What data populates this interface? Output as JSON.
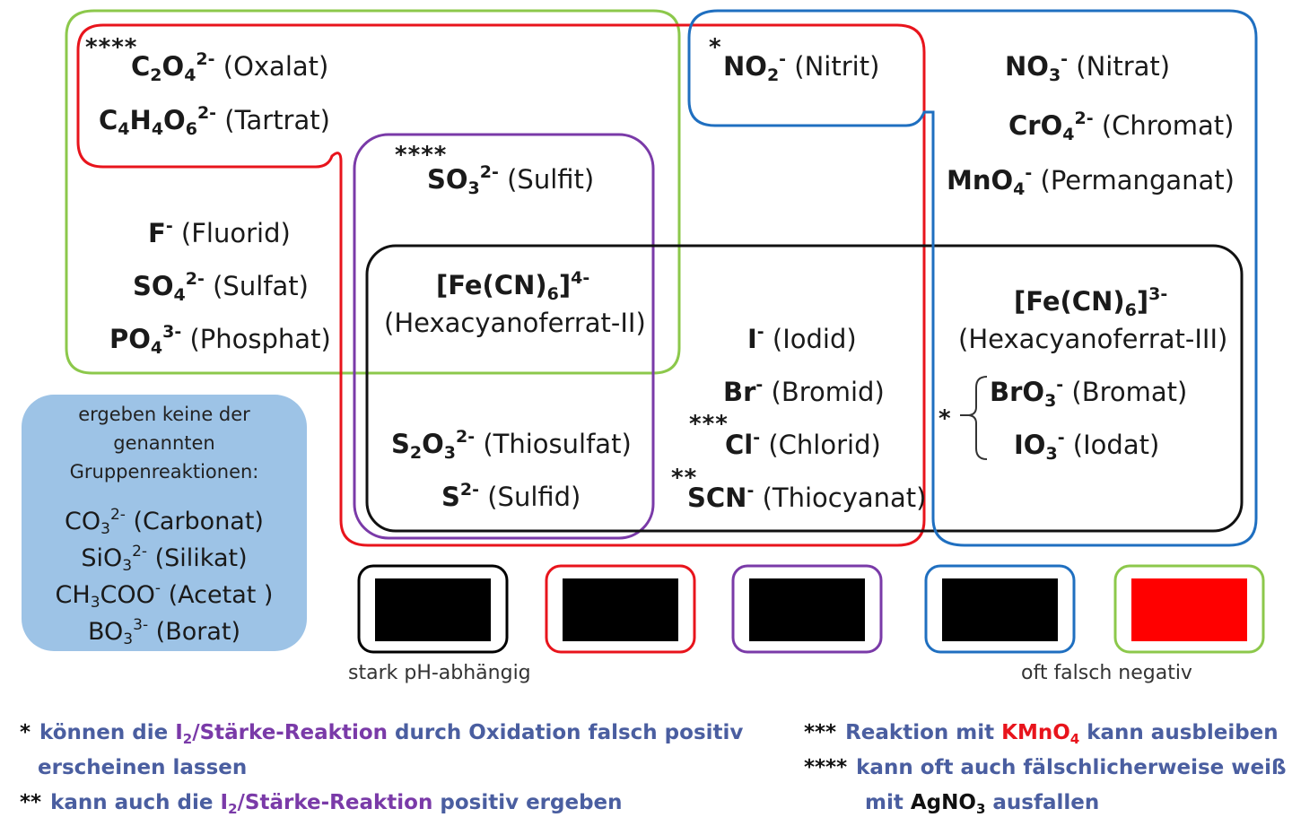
{
  "ions": {
    "oxalat": {
      "formula": "C",
      "s1": "2",
      "f2": "O",
      "s2": "4",
      "charge": "2-",
      "name": "(Oxalat)"
    },
    "tartrat": {
      "formula": "C",
      "s1": "4",
      "f2": "H",
      "s2": "4",
      "f3": "O",
      "s3": "6",
      "charge": "2-",
      "name": "(Tartrat)"
    },
    "fluorid": {
      "formula": "F",
      "charge": "-",
      "name": "(Fluorid)"
    },
    "sulfat": {
      "formula": "SO",
      "s1": "4",
      "charge": "2-",
      "name": "(Sulfat)"
    },
    "phosphat": {
      "formula": "PO",
      "s1": "4",
      "charge": "3-",
      "name": "(Phosphat)"
    },
    "sulfit": {
      "formula": "SO",
      "s1": "3",
      "charge": "2-",
      "name": "(Sulfit)"
    },
    "hexa2": {
      "formula": "[Fe(CN)",
      "s1": "6",
      "f2": "]",
      "charge": "4-",
      "name": "(Hexacyanoferrat-II)"
    },
    "thiosulfat": {
      "formula": "S",
      "s1": "2",
      "f2": "O",
      "s2": "3",
      "charge": "2-",
      "name": "(Thiosulfat)"
    },
    "sulfid": {
      "formula": "S",
      "charge": "2-",
      "name": "(Sulfid)"
    },
    "nitrit": {
      "formula": "NO",
      "s1": "2",
      "charge": "-",
      "name": "(Nitrit)"
    },
    "iodid": {
      "formula": "I",
      "charge": "-",
      "name": "(Iodid)"
    },
    "bromid": {
      "formula": "Br",
      "charge": "-",
      "name": "(Bromid)"
    },
    "chlorid": {
      "formula": "Cl",
      "charge": "-",
      "name": "(Chlorid)"
    },
    "thiocyanat": {
      "formula": "SCN",
      "charge": "-",
      "name": "(Thiocyanat)"
    },
    "nitrat": {
      "formula": "NO",
      "s1": "3",
      "charge": "-",
      "name": "(Nitrat)"
    },
    "chromat": {
      "formula": "CrO",
      "s1": "4",
      "charge": "2-",
      "name": "(Chromat)"
    },
    "permanganat": {
      "formula": "MnO",
      "s1": "4",
      "charge": "-",
      "name": "(Permanganat)"
    },
    "hexa3": {
      "formula": "[Fe(CN)",
      "s1": "6",
      "f2": "]",
      "charge": "3-",
      "name": "(Hexacyanoferrat-III)"
    },
    "bromat": {
      "formula": "BrO",
      "s1": "3",
      "charge": "-",
      "name": "(Bromat)"
    },
    "iodat": {
      "formula": "IO",
      "s1": "3",
      "charge": "-",
      "name": "(Iodat)"
    }
  },
  "stars": {
    "s4": "****",
    "s1": "*",
    "s3": "***",
    "s2": "**"
  },
  "no_reaction": {
    "heading": [
      "ergeben keine der",
      "genannten",
      "Gruppenreaktionen:"
    ],
    "items": [
      {
        "formula": "CO",
        "sub": "3",
        "charge": "2-",
        "name": "(Carbonat)"
      },
      {
        "formula": "SiO",
        "sub": "3",
        "charge": "2-",
        "name": "(Silikat)"
      },
      {
        "formula": "CH",
        "sub": "3",
        "f2": "COO",
        "charge": "-",
        "name": "(Acetat )"
      },
      {
        "formula": "BO",
        "sub": "3",
        "charge": "3-",
        "name": "(Borat)"
      }
    ]
  },
  "legend": {
    "swatch_fills": [
      "#000000",
      "#000000",
      "#000000",
      "#000000",
      "#ff0000"
    ],
    "frame_colors": [
      "#000000",
      "#e8141c",
      "#7a3aa8",
      "#1f6fc0",
      "#8cc84b"
    ],
    "label_black": "stark pH-abhängig",
    "label_green": "oft falsch negativ"
  },
  "notes": {
    "n1_a": "können die",
    "n1_b": "I",
    "n1_b_sub": "2",
    "n1_c": "/Stärke-Reaktion",
    "n1_d": "durch Oxidation falsch positiv",
    "n1_e": "erscheinen lassen",
    "n2_a": "kann auch die",
    "n2_c": "positiv ergeben",
    "n3_a": "Reaktion mit",
    "n3_b": "KMnO",
    "n3_b_sub": "4",
    "n3_c": "kann ausbleiben",
    "n4_a": "kann oft auch fälschlicherweise weiß",
    "n4_b": "mit",
    "n4_c": "AgNO",
    "n4_c_sub": "3",
    "n4_d": "ausfallen"
  },
  "colors": {
    "green": "#8cc84b",
    "red": "#e8141c",
    "purple": "#7a3aa8",
    "blue": "#1f6fc0",
    "black": "#000000",
    "note_text": "#4a5ea0",
    "no_reaction_box": "#9dc3e6"
  }
}
